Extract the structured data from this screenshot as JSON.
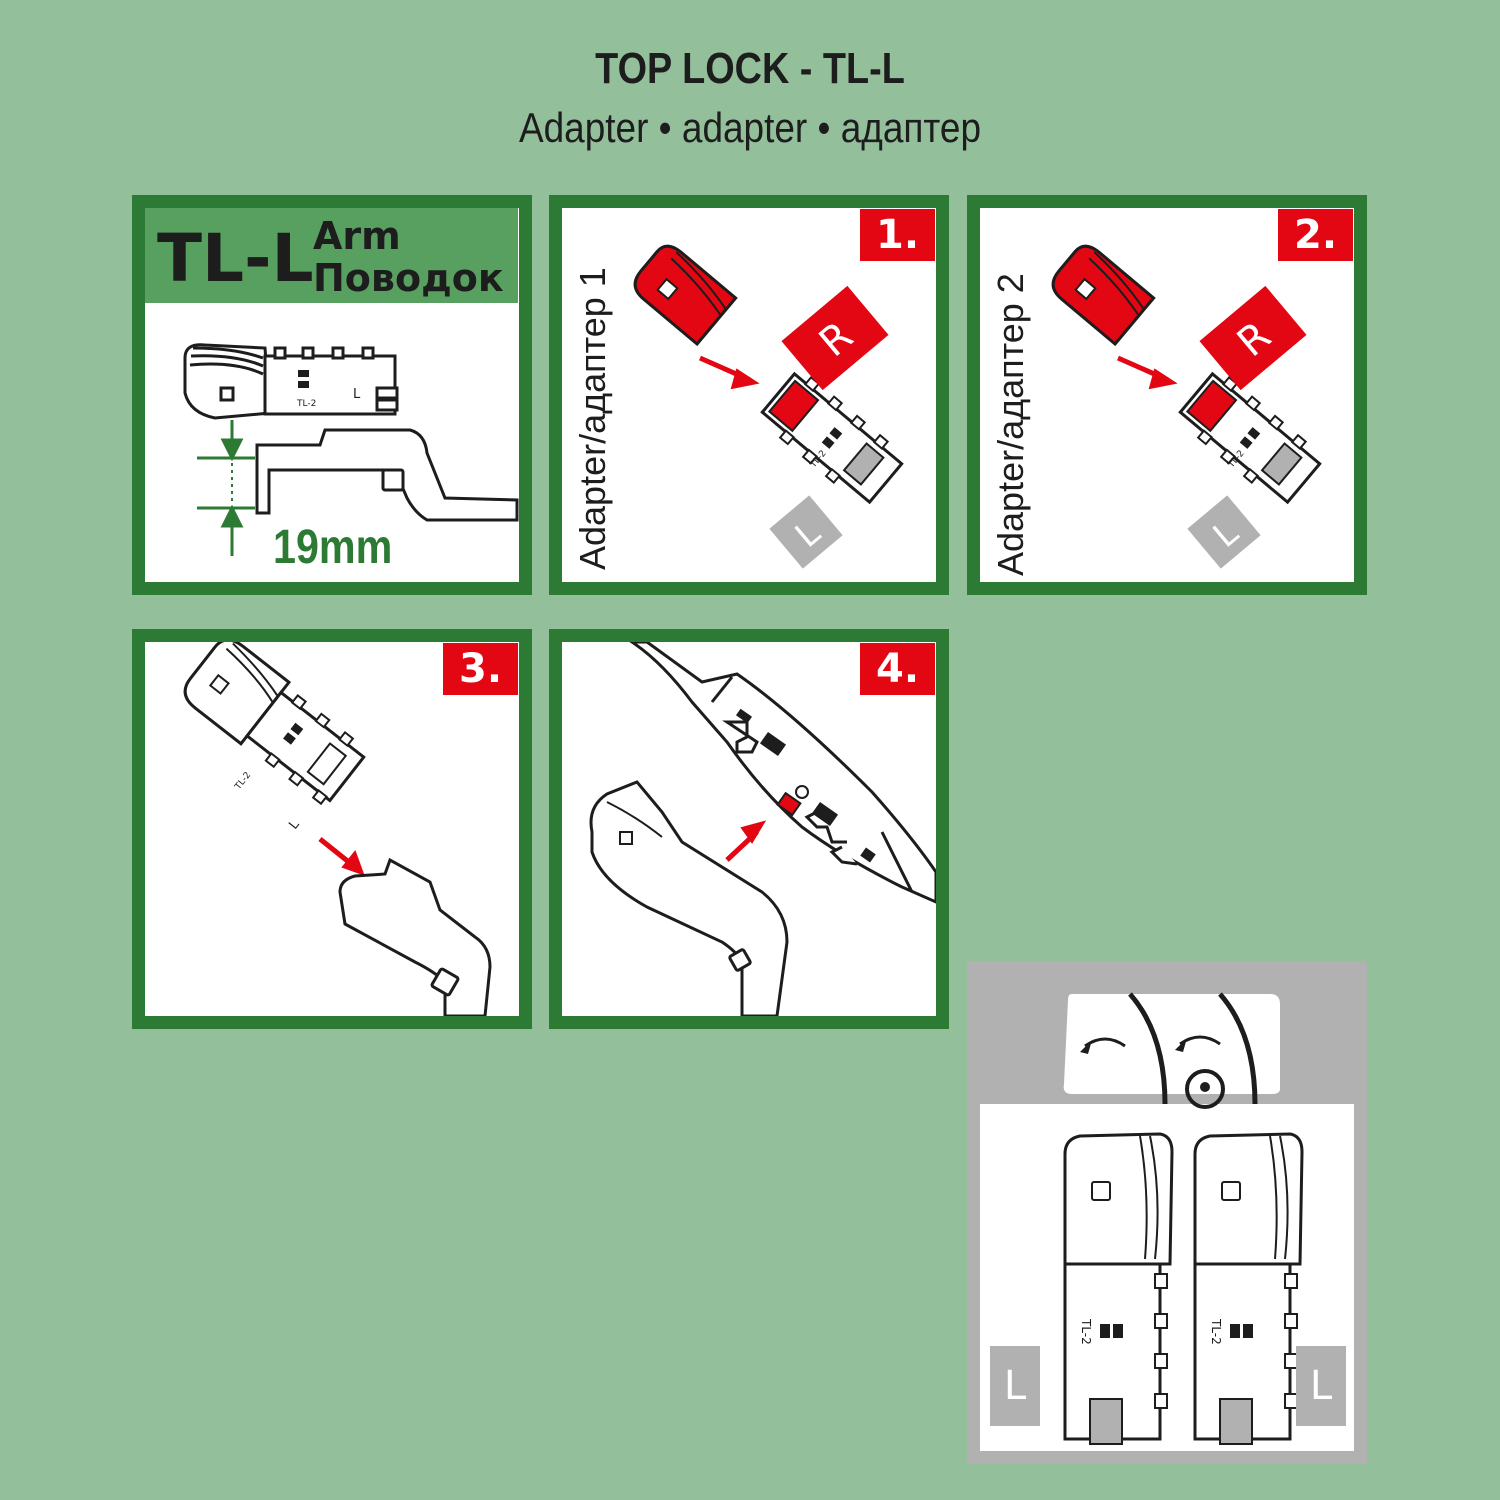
{
  "header": {
    "title": "TOP LOCK - TL-L",
    "subtitle": "Adapter • adapter • адаптер"
  },
  "arm_panel": {
    "code": "TL-L",
    "label_en": "Arm",
    "label_ru": "Поводок",
    "dimension": "19mm",
    "part_label": "TL-2",
    "side_label": "L"
  },
  "steps": [
    {
      "number": "1.",
      "caption": "Adapter/адаптер 1",
      "right_tag": "R",
      "left_tag": "L",
      "part_label": "TL-2"
    },
    {
      "number": "2.",
      "caption": "Adapter/адаптер 2",
      "right_tag": "R",
      "left_tag": "L",
      "part_label": "TL-2"
    },
    {
      "number": "3.",
      "part_label": "TL-2",
      "side_label": "L"
    },
    {
      "number": "4."
    }
  ],
  "orientation_panel": {
    "left_tag": "L",
    "right_tag": "L",
    "part_label": "TL-2"
  },
  "colors": {
    "background": "#93bf9b",
    "frame_green": "#2c7a33",
    "header_green": "#57a060",
    "accent_red": "#e30613",
    "frame_gray": "#b1b1b1"
  }
}
